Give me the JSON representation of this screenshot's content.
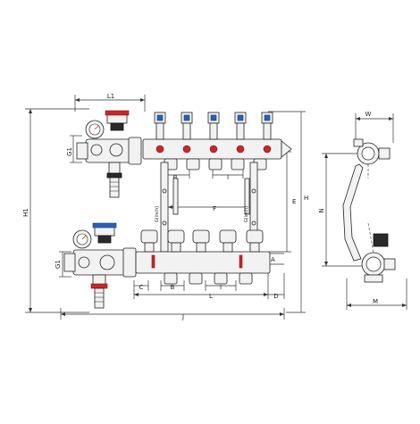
{
  "labels": {
    "L1": "L1",
    "G1_top": "G1",
    "G1_bottom": "G1",
    "H1": "H1",
    "B_top": "B",
    "I_top": "I",
    "F": "F",
    "E": "E",
    "H": "H",
    "A": "A",
    "C": "C",
    "B_bottom": "B",
    "I_bottom": "I",
    "L": "L",
    "D": "D",
    "J": "J",
    "W": "W",
    "N": "N",
    "M": "M",
    "G_left_vertical": "G(inch)",
    "G_right_vertical": "G(inch)"
  },
  "colors": {
    "line": "#333333",
    "accent_red": "#c62828",
    "accent_blue": "#2e5fb5"
  }
}
